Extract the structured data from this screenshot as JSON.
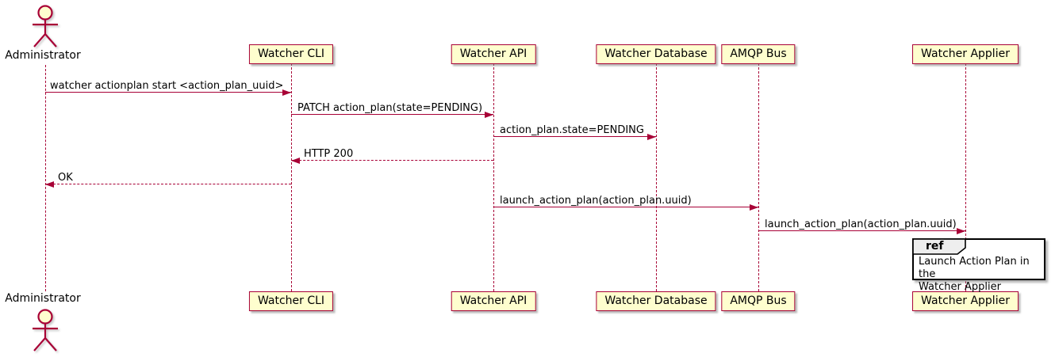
{
  "diagram": {
    "type": "plantuml-sequence",
    "colors": {
      "accent": "#A80036",
      "participant_fill": "#FEFECE",
      "ref_header_fill": "#EEEEEE",
      "background": "#FFFFFF"
    },
    "participants": [
      {
        "name": "Administrator",
        "kind": "actor"
      },
      {
        "name": "Watcher CLI",
        "kind": "participant"
      },
      {
        "name": "Watcher API",
        "kind": "participant"
      },
      {
        "name": "Watcher Database",
        "kind": "participant"
      },
      {
        "name": "AMQP Bus",
        "kind": "participant"
      },
      {
        "name": "Watcher Applier",
        "kind": "participant"
      }
    ],
    "messages": [
      {
        "from": "Administrator",
        "to": "Watcher CLI",
        "label": "watcher actionplan start <action_plan_uuid>",
        "style": "solid"
      },
      {
        "from": "Watcher CLI",
        "to": "Watcher API",
        "label": "PATCH action_plan(state=PENDING)",
        "style": "solid"
      },
      {
        "from": "Watcher API",
        "to": "Watcher Database",
        "label": "action_plan.state=PENDING",
        "style": "solid"
      },
      {
        "from": "Watcher API",
        "to": "Watcher CLI",
        "label": "HTTP 200",
        "style": "dashed"
      },
      {
        "from": "Watcher CLI",
        "to": "Administrator",
        "label": "OK",
        "style": "dashed"
      },
      {
        "from": "Watcher API",
        "to": "AMQP Bus",
        "label": "launch_action_plan(action_plan.uuid)",
        "style": "solid"
      },
      {
        "from": "AMQP Bus",
        "to": "Watcher Applier",
        "label": "launch_action_plan(action_plan.uuid)",
        "style": "solid"
      }
    ],
    "ref": {
      "keyword": "ref",
      "lines": [
        "Launch Action Plan in the",
        "Watcher Applier"
      ]
    }
  }
}
